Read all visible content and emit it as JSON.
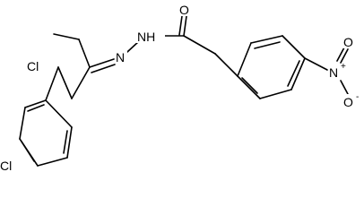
{
  "structure": {
    "atoms": {
      "cl_upper": "Cl",
      "cl_lower": "Cl",
      "hydrazide_n": "N",
      "nh": "NH",
      "carbonyl_o": "O",
      "nitro_n": "N",
      "nitro_n_charge": "+",
      "nitro_o_top": "O",
      "nitro_o_bottom": "O",
      "nitro_o_charge": "-"
    }
  }
}
